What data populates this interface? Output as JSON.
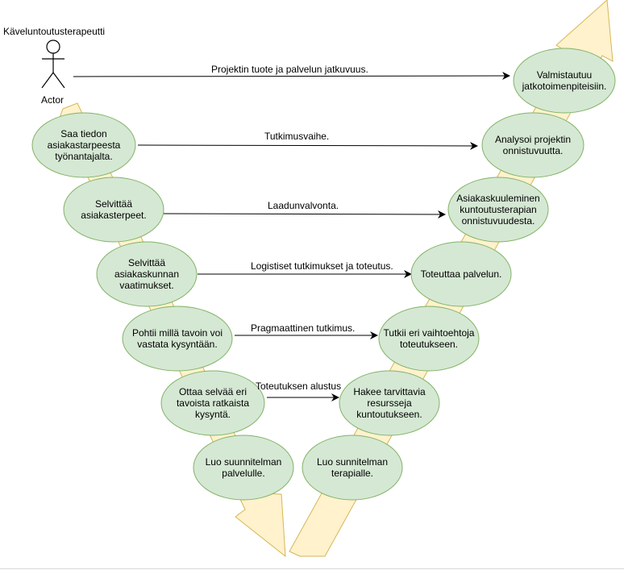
{
  "actor": {
    "title": "Käveluntoutusterapeutti",
    "label": "Actor"
  },
  "left_nodes": [
    "Saa tiedon\nasiakastarpeesta\ntyönantajalta.",
    "Selvittää\nasiakasterpeet.",
    "Selvittää\nasiakaskunnan\nvaatimukset.",
    "Pohtii millä tavoin voi\nvastata kysyntään.",
    "Ottaa selvää eri\ntavoista ratkaista\nkysyntä.",
    "Luo suunnitelman\npalvelulle."
  ],
  "right_nodes": [
    "Valmistautuu\njatkotoimenpiteisiin.",
    "Analysoi projektin\nonnistuvuutta.",
    "Asiakaskuuleminen\nkuntoutusterapian\nonnistuvuudesta.",
    "Toteuttaa palvelun.",
    "Tutkii eri vaihtoehtoja\ntoteutukseen.",
    "Hakee tarvittavia\nresursseja\nkuntoutukseen.",
    "Luo sunnitelman\nterapialle."
  ],
  "edges": [
    "Projektin tuote ja palvelun jatkuvuus.",
    "Tutkimusvaihe.",
    "Laadunvalvonta.",
    "Logistiset tutkimukset ja toteutus.",
    "Pragmaattinen tutkimus.",
    "Toteutuksen alustus"
  ],
  "colors": {
    "node_fill": "#d5e8d4",
    "node_stroke": "#82b366",
    "arrow_fill": "#fff2cc",
    "arrow_stroke": "#d6b656",
    "line": "#000000"
  }
}
